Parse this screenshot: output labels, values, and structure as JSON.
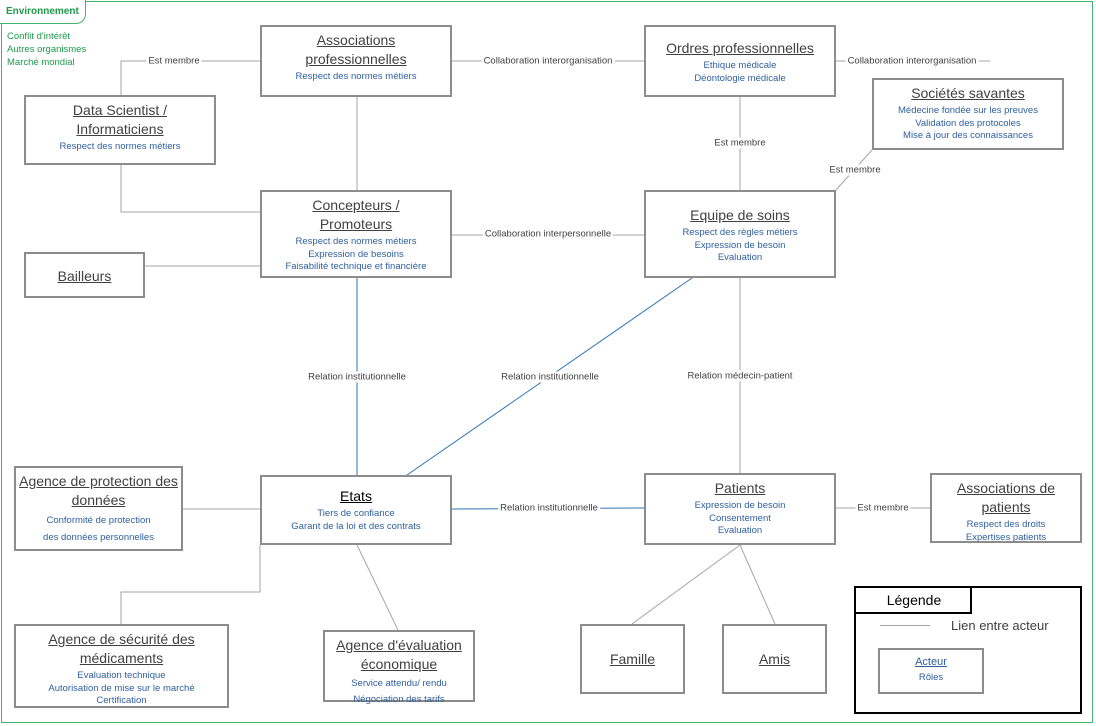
{
  "environment": {
    "title": "Environnement",
    "items": [
      "Conflit d'intérêt",
      "Autres organismes",
      "Marché mondial"
    ]
  },
  "nodes": {
    "assoc_pro": {
      "title": "Associations professionnelles",
      "roles": [
        "Respect des normes métiers"
      ]
    },
    "ordres_pro": {
      "title": "Ordres professionnelles",
      "roles": [
        "Ethique médicale",
        "Déontologie médicale"
      ]
    },
    "societes_savantes": {
      "title": "Sociétés savantes",
      "roles": [
        "Médecine fondée sur les preuves",
        "Validation des protocoles",
        "Mise à jour des connaissances"
      ]
    },
    "data_scientist": {
      "title": "Data Scientist / Informaticiens",
      "roles": [
        "Respect des normes métiers"
      ]
    },
    "concepteurs": {
      "title": "Concepteurs / Promoteurs",
      "roles": [
        "Respect des normes métiers",
        "Expression de besoins",
        "Faisabilité technique et financière"
      ]
    },
    "equipe_soins": {
      "title": "Equipe de soins",
      "roles": [
        "Respect des règles métiers",
        "Expression de besoin",
        "Evaluation"
      ]
    },
    "bailleurs": {
      "title": "Bailleurs",
      "roles": []
    },
    "agence_donnees": {
      "title": "Agence de protection des données",
      "roles": [
        "Conformité de protection",
        "des données personnelles"
      ]
    },
    "etats": {
      "title": "Etats",
      "roles": [
        "Tiers de confiance",
        "Garant de la loi et des contrats"
      ]
    },
    "patients": {
      "title": "Patients",
      "roles": [
        "Expression de besoin",
        "Consentement",
        "Evaluation"
      ]
    },
    "assoc_patients": {
      "title": "Associations de patients",
      "roles": [
        "Respect des droits",
        "Expertises patients"
      ]
    },
    "agence_medicaments": {
      "title": "Agence de sécurité des médicaments",
      "roles": [
        "Evaluation technique",
        "Autorisation de mise sur le marché",
        "Certification"
      ]
    },
    "agence_eco": {
      "title": "Agence d'évaluation économique",
      "roles": [
        "Service attendu/ rendu",
        "Négociation des tarifs"
      ]
    },
    "famille": {
      "title": "Famille",
      "roles": []
    },
    "amis": {
      "title": "Amis",
      "roles": []
    }
  },
  "edge_labels": {
    "est_membre": "Est membre",
    "collab_inter_org": "Collaboration interorganisation",
    "collab_inter_pers": "Collaboration interpersonnelle",
    "relation_inst": "Relation institutionnelle",
    "relation_medecin_patient": "Relation médecin-patient"
  },
  "legend": {
    "title": "Légende",
    "link_label": "Lien entre acteur",
    "node_title": "Acteur",
    "node_roles": "Rôles"
  },
  "colors": {
    "environment": "#1e9a4a",
    "roles": "#2e5f9e",
    "link_gray": "#a6a6a6",
    "link_blue": "#2e75b6"
  }
}
